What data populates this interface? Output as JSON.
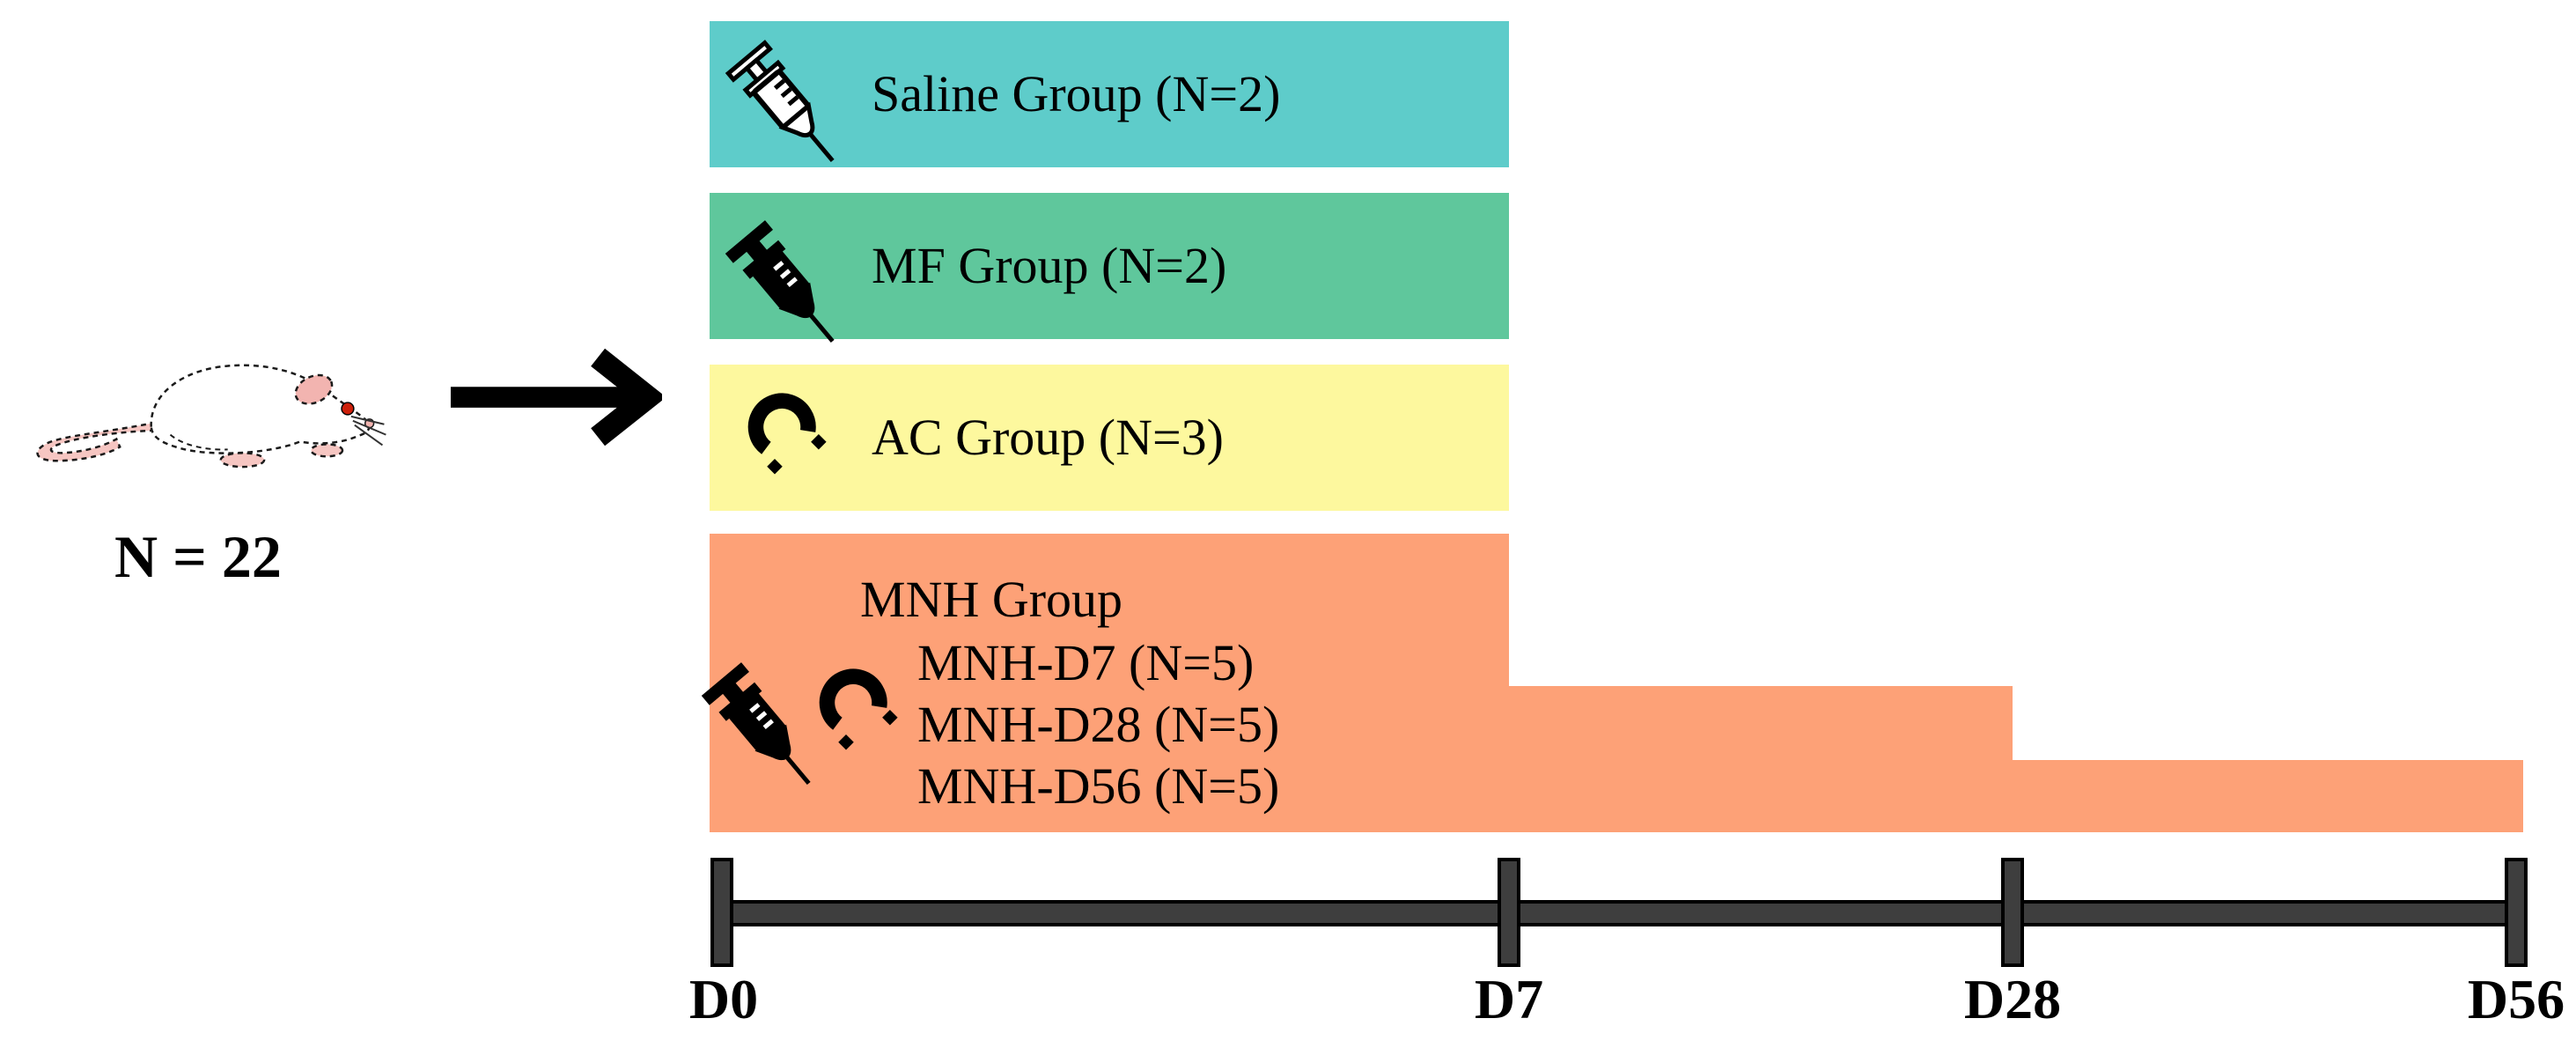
{
  "population": {
    "count_label": "N = 22",
    "animal": "laboratory rat"
  },
  "groups": [
    {
      "name": "Saline",
      "label": "Saline Group (N=2)",
      "color": "#5ECCCA",
      "icon": "syringe-white",
      "span": {
        "start": "D0",
        "end": "D7"
      }
    },
    {
      "name": "MF",
      "label": "MF Group (N=2)",
      "color": "#5FC79C",
      "icon": "syringe-black",
      "span": {
        "start": "D0",
        "end": "D7"
      }
    },
    {
      "name": "AC",
      "label": "AC Group (N=3)",
      "color": "#FDF89E",
      "icon": "magnet",
      "span": {
        "start": "D0",
        "end": "D7"
      }
    },
    {
      "name": "MNH",
      "label": "MNH Group",
      "color": "#FDA177",
      "icon": "syringe-black and magnet",
      "subgroups": [
        "MNH-D7 (N=5)",
        "MNH-D28 (N=5)",
        "MNH-D56 (N=5)"
      ],
      "span": {
        "start": "D0",
        "end": "D56"
      }
    }
  ],
  "timeline": {
    "tick_labels": [
      "D0",
      "D7",
      "D28",
      "D56"
    ],
    "bar_color": "#3E3E3E"
  }
}
